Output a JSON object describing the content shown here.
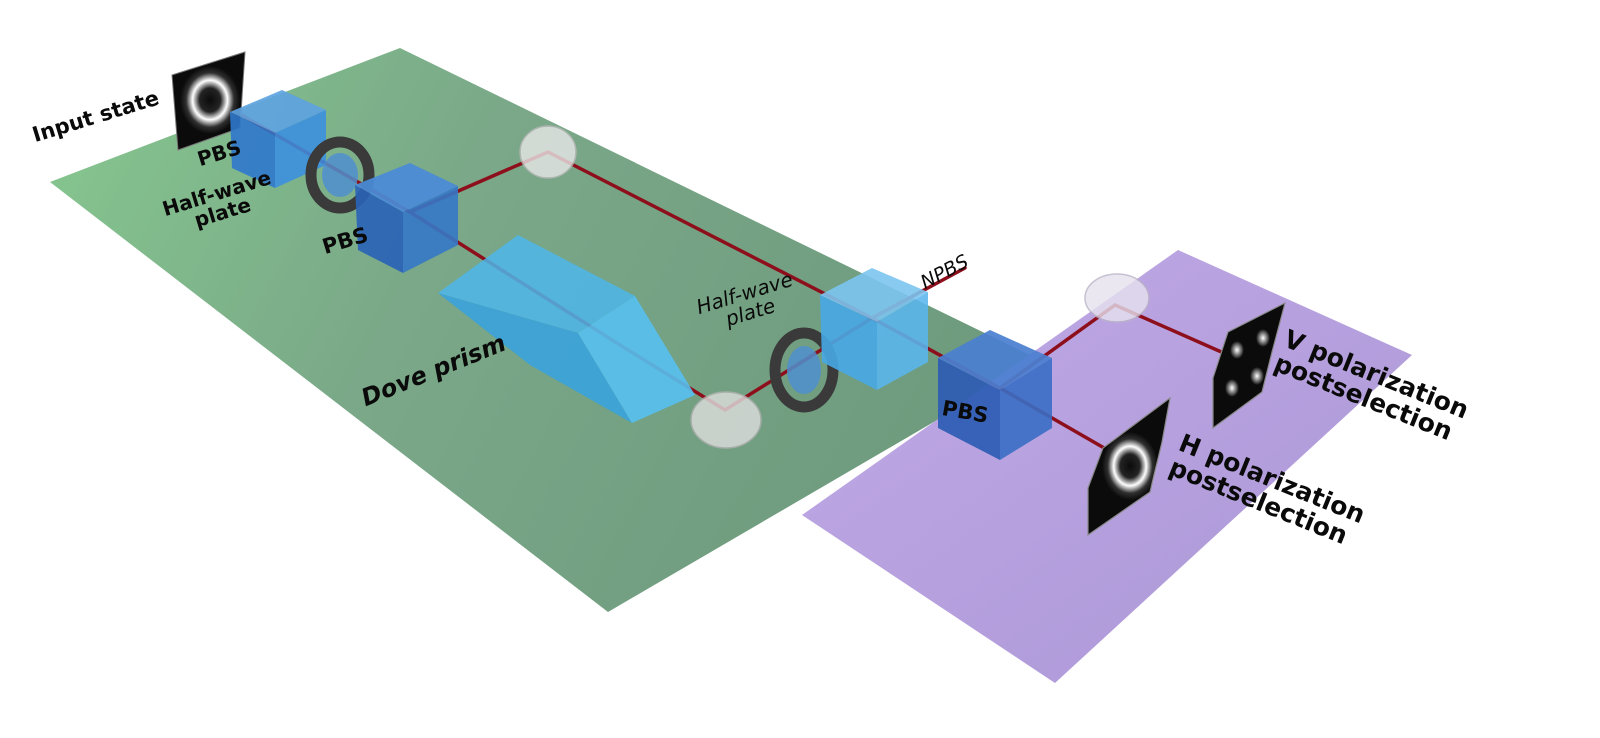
{
  "labels": {
    "input_state": "Input state",
    "pbs_1": "PBS",
    "hwp_1_line1": "Half-wave",
    "hwp_1_line2": "plate",
    "pbs_2": "PBS",
    "dove_prism": "Dove prism",
    "hwp_2_line1": "Half-wave",
    "hwp_2_line2": "plate",
    "npbs": "NPBS",
    "pbs_3": "PBS",
    "v_line1": "V polarization",
    "v_line2": "postselection",
    "h_line1": "H polarization",
    "h_line2": "postselection"
  },
  "colors": {
    "table_green": "#7fae86",
    "table_purple": "#b39edb",
    "beam": "#8e0f1c",
    "cube_blue": "#2f82d6",
    "prism_blue": "#4bb6ea",
    "waveplate_ring": "#3a3a3a",
    "mirror": "#d9d9d9"
  }
}
